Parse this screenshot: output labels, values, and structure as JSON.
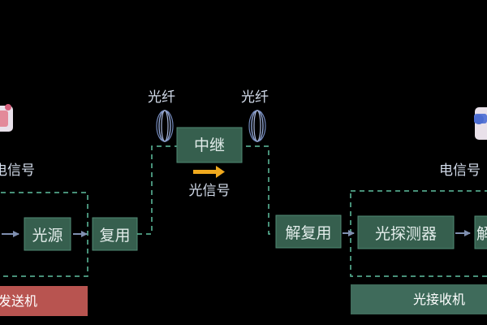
{
  "colors": {
    "background": "#000000",
    "box_fill": "#365f4e",
    "box_stroke": "#4f8a73",
    "line": "#5fbfa0",
    "arrow": "#7f8fb0",
    "signal_arrow": "#f0a91e",
    "transmitter_bar": "#b85450",
    "receiver_bar": "#3f6b5b",
    "label_text": "#d2dbea"
  },
  "icons": {
    "transmitter_phone": "phone-icon",
    "receiver_phone": "phone-icon",
    "fiber_left": "fiber-coil-icon",
    "fiber_right": "fiber-coil-icon",
    "signal_arrow": "right-arrow-icon"
  },
  "left": {
    "signal_label": "电信号",
    "source_box": "光源",
    "mux_box": "复用",
    "transmitter_label": "发送机"
  },
  "middle": {
    "fiber_left_label": "光纤",
    "fiber_right_label": "光纤",
    "repeater_box": "中继",
    "optical_signal_label": "光信号"
  },
  "right": {
    "demux_box": "解复用",
    "detector_box": "光探测器",
    "last_box": "解",
    "signal_label": "电信号",
    "receiver_label": "光接收机"
  }
}
